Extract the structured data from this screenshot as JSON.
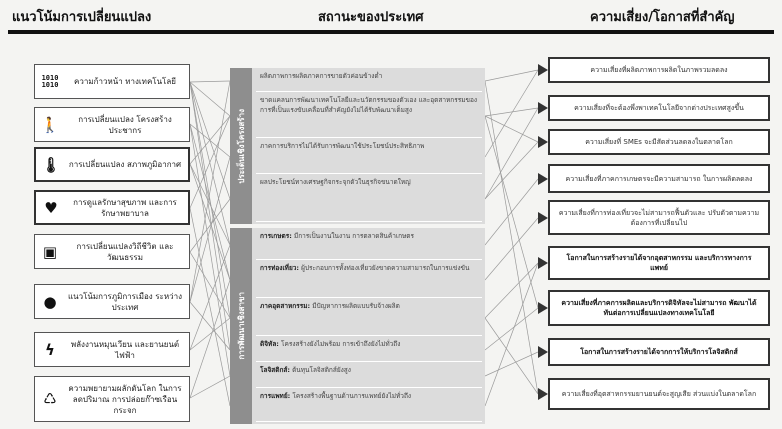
{
  "headers": {
    "trends": "แนวโน้มการเปลี่ยนแปลง",
    "status": "สถานะของประเทศ",
    "risks": "ความเสี่ยง/โอกาสที่สำคัญ"
  },
  "trends": [
    {
      "label": "ความก้าวหน้า ทางเทคโนโลยี",
      "icon": "binary-code-icon",
      "glyph": "1010|1010"
    },
    {
      "label": "การเปลี่ยนแปลง โครงสร้างประชากร",
      "icon": "person-walking-cane-icon",
      "glyph": "🚶"
    },
    {
      "label": "การเปลี่ยนแปลง สภาพภูมิอากาศ",
      "icon": "thermometer-icon",
      "glyph": "🌡"
    },
    {
      "label": "การดูแลรักษาสุขภาพ และการรักษาพยาบาล",
      "icon": "heart-pulse-icon",
      "glyph": "♥"
    },
    {
      "label": "การเปลี่ยนแปลงวิถีชีวิต และวัฒนธรรม",
      "icon": "photos-icon",
      "glyph": "▣"
    },
    {
      "label": "แนวโน้มการภูมิการเมือง ระหว่างประเทศ",
      "icon": "globe-icon",
      "glyph": "●"
    },
    {
      "label": "พลังงานหมุนเวียน และยานยนต์ไฟฟ้า",
      "icon": "lightning-icon",
      "glyph": "ϟ"
    },
    {
      "label": "ความพยายามผลักดันโลก ในการลดปริมาณ การปล่อยก๊าซเรือนกระจก",
      "icon": "globe-leaf-icon",
      "glyph": "♺"
    }
  ],
  "status": {
    "structure_label": "ประเด็นเชิงโครงสร้าง",
    "sector_label": "การพัฒนาเชิงสาขา",
    "structure": [
      {
        "title": "",
        "text": "ผลิตภาพการผลิตภาคการขายตัวค่อนข้างต่ำ"
      },
      {
        "title": "",
        "text": "ขาดแคลนการพัฒนาเทคโนโลยีและนวัตกรรมของตัวเอง และอุตสาหกรรมของการที่เป็นแรงขับเคลื่อนที่สำคัญยังไม่ได้รับพัฒนาเต็มสูง"
      },
      {
        "title": "",
        "text": "ภาคการบริการไม่ได้รับการพัฒนาใช้ประโยชน์ประสิทธิภาพ"
      },
      {
        "title": "",
        "text": "ผลประโยชน์ทางเศรษฐกิจกระจุกตัวในธุรกิจขนาดใหญ่"
      }
    ],
    "sectors": [
      {
        "title": "การเกษตร:",
        "text": "มีการเป็นงานในงาน การตลาดสินค้าเกษตร"
      },
      {
        "title": "การท่องเที่ยว:",
        "text": "ผู้ประกอบการทั้งท่องเที่ยวยังขาดความสามารถในการแข่งขัน"
      },
      {
        "title": "ภาคอุตสาหกรรม:",
        "text": "มีปัญหาการผลิตแบบรับจ้างผลิต"
      },
      {
        "title": "ดิจิทัล:",
        "text": "โครงสร้างยังไม่พร้อม การเข้าถึงยังไม่ทั่วถึง"
      },
      {
        "title": "โลจิสติกส์:",
        "text": "ต้นทุนโลจิสติกส์ยังสูง"
      },
      {
        "title": "การแพทย์:",
        "text": "โครงสร้างพื้นฐานด้านการแพทย์ยังไม่ทั่วถึง"
      }
    ]
  },
  "risks": [
    {
      "text": "ความเสี่ยงที่ผลิตภาพการผลิตในภาพรวมลดลง",
      "strong": false
    },
    {
      "text": "ความเสี่ยงที่จะต้องพึ่งพาเทคโนโลยีจากต่างประเทศสูงขึ้น",
      "strong": false
    },
    {
      "text": "ความเสี่ยงที่ SMEs จะมีสัดส่วนลดลงในตลาดโลก",
      "strong": false
    },
    {
      "text": "ความเสี่ยงที่ภาคการเกษตรจะมีความสามารถ ในการผลิตลดลง",
      "strong": false
    },
    {
      "text": "ความเสี่ยงที่การท่องเที่ยวจะไม่สามารถฟื้นตัวและ ปรับตัวตามความต้องการที่เปลี่ยนไป",
      "strong": false
    },
    {
      "text": "โอกาสในการสร้างรายได้จากอุตสาหกรรม และบริการทางการแพทย์",
      "strong": true
    },
    {
      "text": "ความเสี่ยงที่ภาคการผลิตและบริการดิจิทัลจะไม่สามารถ พัฒนาได้ทันต่อการเปลี่ยนแปลงทางเทคโนโลยี",
      "strong": true
    },
    {
      "text": "โอกาสในการสร้างรายได้จากการให้บริการโลจิสติกส์",
      "strong": true
    },
    {
      "text": "ความเสี่ยงที่อุตสาหกรรมยานยนต์จะสูญเสีย ส่วนแบ่งในตลาดโลก",
      "strong": false
    }
  ]
}
